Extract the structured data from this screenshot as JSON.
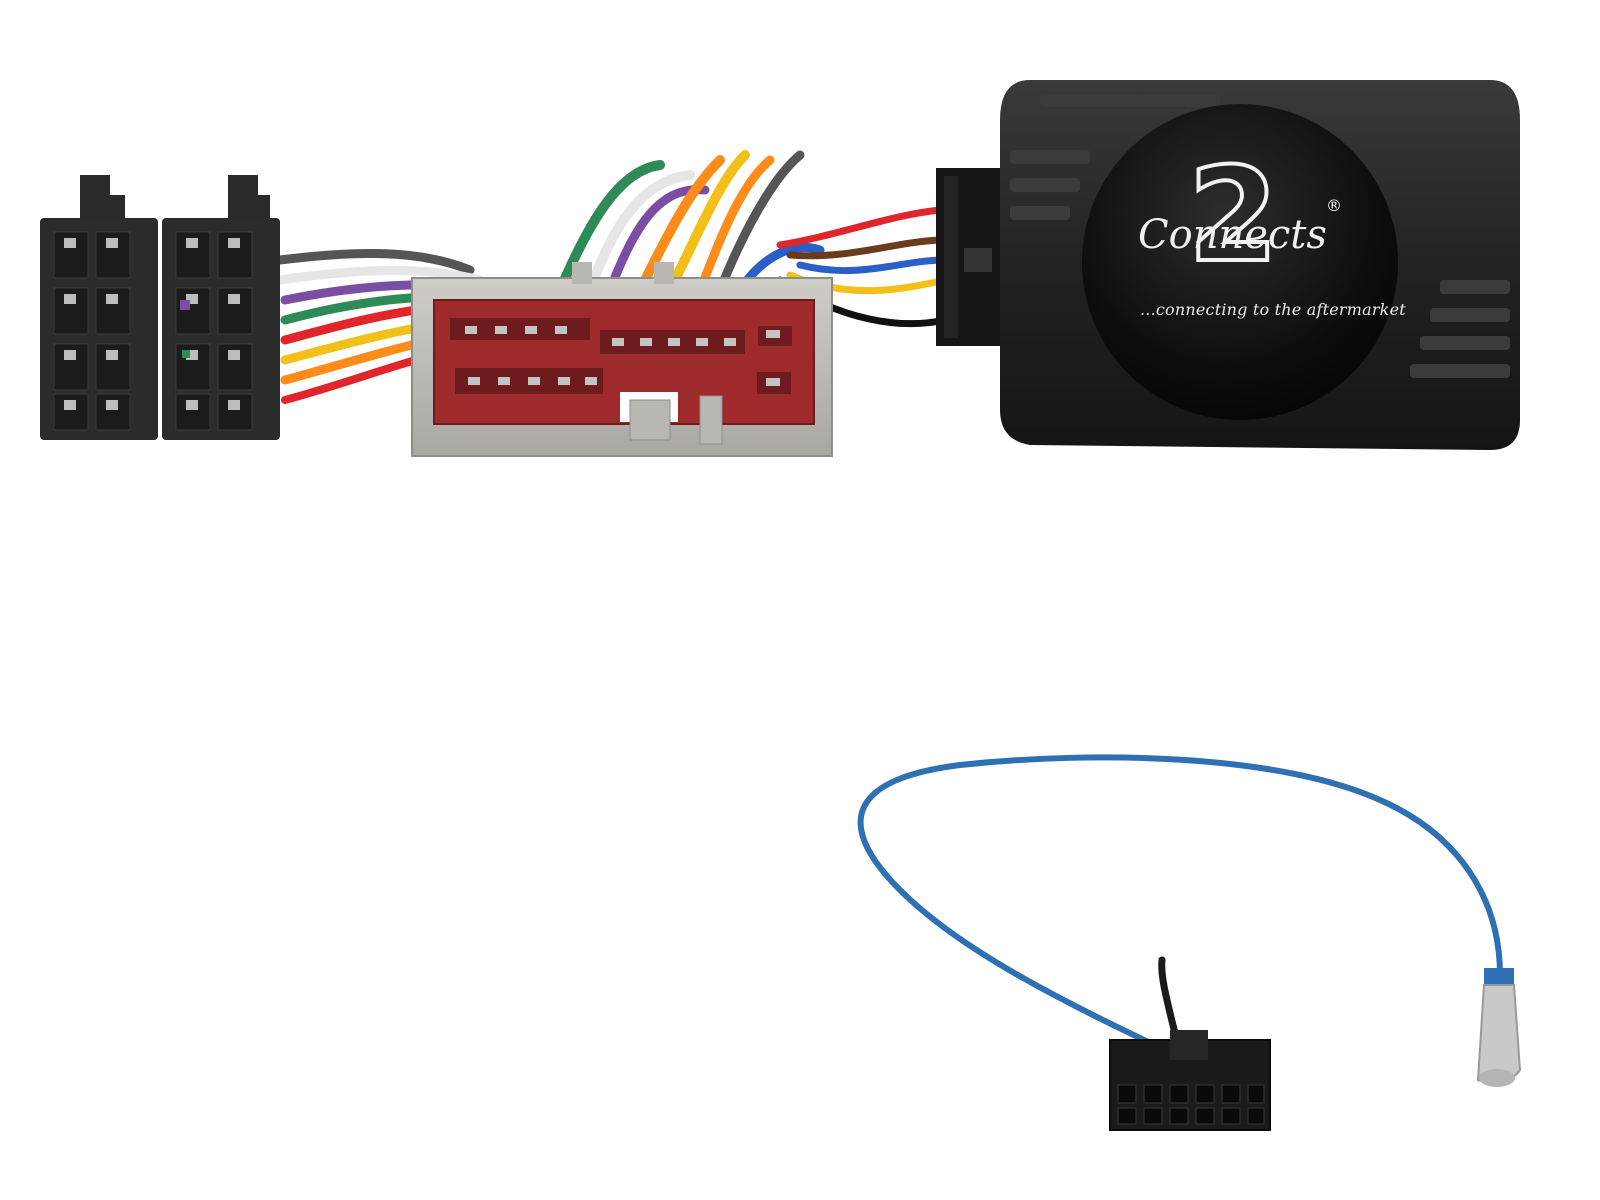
{
  "image": {
    "subject": "steering wheel control interface harness",
    "background_color": "#ffffff"
  },
  "logo": {
    "digit": "2",
    "wordmark": "Connects",
    "registered_mark": "®",
    "tagline": "...connecting to the aftermarket"
  },
  "components": [
    {
      "name": "iso-connector-pair",
      "color": "#2b2b2b"
    },
    {
      "name": "vehicle-harness-plug",
      "color": "#b9b7b2",
      "insert_color": "#9e2a2b"
    },
    {
      "name": "interface-module",
      "color": "#1e1e1e"
    },
    {
      "name": "patch-lead",
      "wire_color": "#2f6fb3"
    },
    {
      "name": "multi-pin-plug",
      "color": "#1a1a1a"
    },
    {
      "name": "antenna-plug",
      "color": "#c9c9c9"
    }
  ],
  "wire_colors": [
    "#2e8b57",
    "#e6e6e6",
    "#7a4ea3",
    "#ff8c1a",
    "#f2c018",
    "#555555",
    "#e0262b",
    "#2a5fc7",
    "#6a3b1c"
  ]
}
